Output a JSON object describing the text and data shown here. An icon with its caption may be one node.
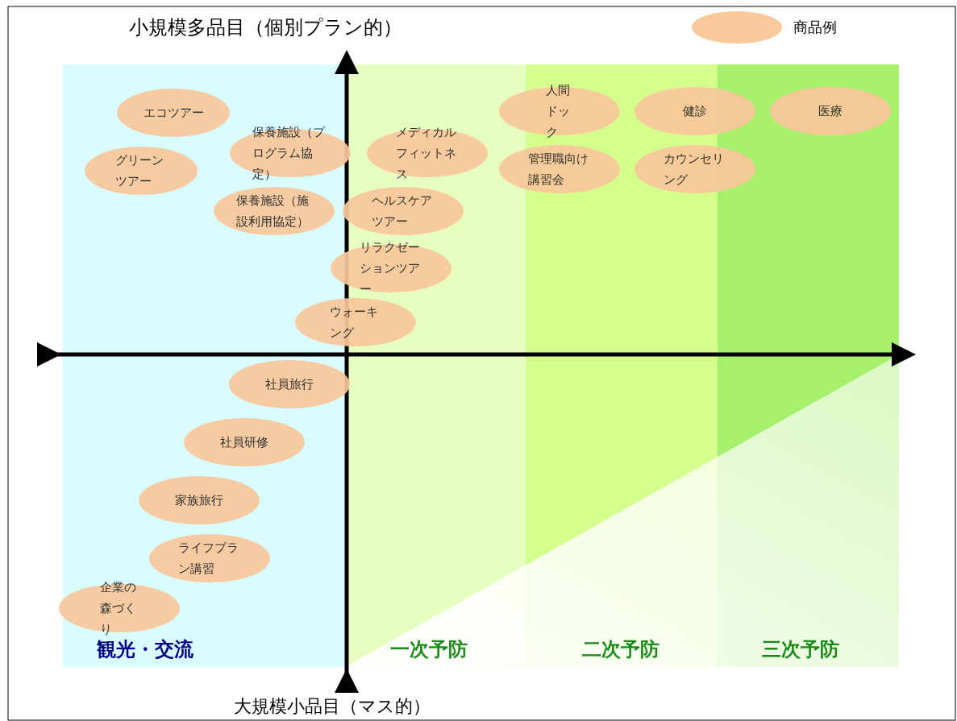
{
  "diagram": {
    "nodes": [
      {
        "text": [
          "人間ドック"
        ]
      },
      {
        "text": [
          "健診"
        ]
      },
      {
        "text": [
          "医療"
        ]
      },
      {
        "text": [
          "エコツアー"
        ]
      },
      {
        "text": [
          "保養施設（プログラム協定）"
        ]
      },
      {
        "text": [
          "メディカルフィットネス"
        ]
      },
      {
        "text": [
          "グリーンツアー"
        ]
      },
      {
        "text": [
          "管理職向け講習会"
        ]
      },
      {
        "text": [
          "カウンセリング"
        ]
      },
      {
        "text": [
          "保養施設（施設利用協定）"
        ]
      },
      {
        "text": [
          "ヘルスケアツアー"
        ]
      },
      {
        "text": [
          "リラクゼーションツアー"
        ]
      },
      {
        "text": [
          "ウォーキング"
        ]
      },
      {
        "text": [
          "社員旅行"
        ]
      },
      {
        "text": [
          "社員研修"
        ]
      },
      {
        "text": [
          "家族旅行"
        ]
      },
      {
        "text": [
          "ライフプラン講習"
        ]
      },
      {
        "text": [
          "企業の森づくり"
        ]
      }
    ],
    "labels": [
      "小規模多品目（個別プラン的）",
      "観光・交流",
      "一次予防",
      "二次予防",
      "三次予防",
      "大規模小品目（マス的）"
    ],
    "legend": [
      {
        "text": "商品例",
        "color": "#f9c89b"
      }
    ]
  }
}
